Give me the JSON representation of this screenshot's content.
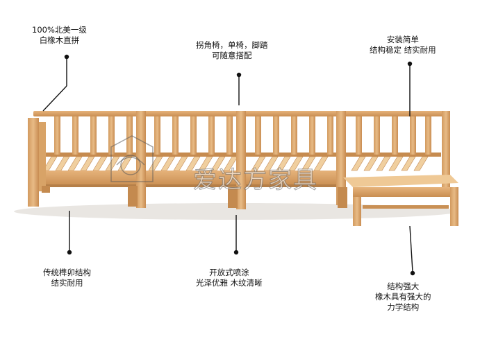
{
  "callouts": {
    "top_left": [
      "100%北美一级",
      "白橡木直拼"
    ],
    "top_center": [
      "拐角椅，单椅，脚踏",
      "可随意搭配"
    ],
    "top_right": [
      "安装简单",
      "结构稳定 结实耐用"
    ],
    "bottom_left": [
      "传统榫卯结构",
      "结实耐用"
    ],
    "bottom_center": [
      "开放式喷涂",
      "光泽优雅 木纹清晰"
    ],
    "bottom_right": [
      "结构强大",
      "橡木具有强大的",
      "力学结构"
    ]
  },
  "watermark": {
    "text": "爱达方家具"
  },
  "colors": {
    "wood": "#d9a46b",
    "wood_dark": "#b57f48",
    "wood_light": "#ecc393",
    "line": "#111111"
  }
}
